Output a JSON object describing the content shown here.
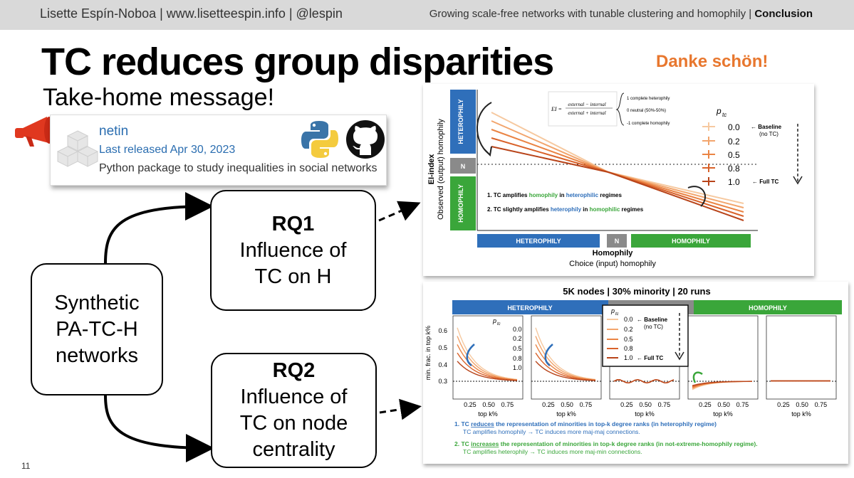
{
  "header": {
    "author": "Lisette Espín-Noboa | www.lisetteespin.info | @lespin",
    "talk_title": "Growing scale-free networks with tunable clustering and homophily | ",
    "section": "Conclusion"
  },
  "slide": {
    "title": "TC reduces group disparities",
    "subtitle": "Take-home message!",
    "thanks": "Danke schön!",
    "page_number": "11"
  },
  "package_card": {
    "name": "netin",
    "released": "Last released Apr 30, 2023",
    "description": "Python package to study inequalities in social networks"
  },
  "flow": {
    "synthetic": [
      "Synthetic",
      "PA-TC-H",
      "networks"
    ],
    "rq1": {
      "label": "RQ1",
      "lines": [
        "Influence of",
        "TC on H"
      ]
    },
    "rq2": {
      "label": "RQ2",
      "lines": [
        "Influence of",
        "TC on node",
        "centrality"
      ]
    }
  },
  "figure1": {
    "ylabel_bold": "EI-index",
    "ylabel": "Observed (output) homophily",
    "xlabel_bold": "Homophily",
    "xlabel": "Choice (input) homophily",
    "band_heterophily": "HETEROPHILY",
    "band_neutral": "N",
    "band_homophily": "HOMOPHILY",
    "formula_lhs": "EI =",
    "formula_num": "external − internal",
    "formula_den": "external + internal",
    "formula_cases": [
      "1 complete heterophily",
      "0 neutral (50%-50%)",
      "-1 complete homophily"
    ],
    "finding1_prefix": "1. TC amplifies ",
    "finding1_a": "homophily",
    "finding1_mid": " in ",
    "finding1_b": "heterophilic",
    "finding1_suffix": " regimes",
    "finding2_prefix": "2. TC slightly amplifies ",
    "finding2_a": "heterophily",
    "finding2_mid": " in ",
    "finding2_b": "homophilic",
    "finding2_suffix": " regimes",
    "legend_title": "p",
    "legend_sub": "tc",
    "legend_values": [
      "0.0",
      "0.2",
      "0.5",
      "0.8",
      "1.0"
    ],
    "legend_baseline": "← Baseline",
    "legend_noTC": "(no TC)",
    "legend_full": "← Full TC"
  },
  "figure2": {
    "title": "5K nodes | 30% minority | 20 runs",
    "band_heterophily": "HETEROPHILY",
    "band_homophily": "HOMOPHILY",
    "ylabel": "min. frac. in top k%",
    "xlabel": "top k%",
    "yticks": [
      "0.6",
      "0.5",
      "0.4",
      "0.3"
    ],
    "xticks": [
      "0.25",
      "0.50",
      "0.75"
    ],
    "legend_title": "p",
    "legend_sub": "tc",
    "legend_values": [
      "0.0",
      "0.2",
      "0.5",
      "0.8",
      "1.0"
    ],
    "legend_baseline": "← Baseline",
    "legend_noTC": "(no TC)",
    "legend_full": "← Full TC",
    "note1_prefix": "1. TC ",
    "note1_keyword": "reduces",
    "note1_rest": " the representation of minorities in top-k degree ranks (in heterophily regime)",
    "note1_sub": "TC amplifies homophily → TC induces more maj-maj connections.",
    "note2_prefix": "2. TC ",
    "note2_keyword": "increases",
    "note2_rest": " the representation of minorities in top-k degree ranks (in not-extreme-homophily regime).",
    "note2_sub": "TC amplifies heterophily → TC induces more maj-min connections."
  },
  "colors": {
    "accent_orange": "#e8772e",
    "heterophily_blue": "#2f6fba",
    "homophily_green": "#3aa63a",
    "neutral_gray": "#8a8a8a",
    "line_shades": [
      "#f6c9a0",
      "#f2a56d",
      "#ea8444",
      "#d9622a",
      "#b8441a"
    ]
  }
}
